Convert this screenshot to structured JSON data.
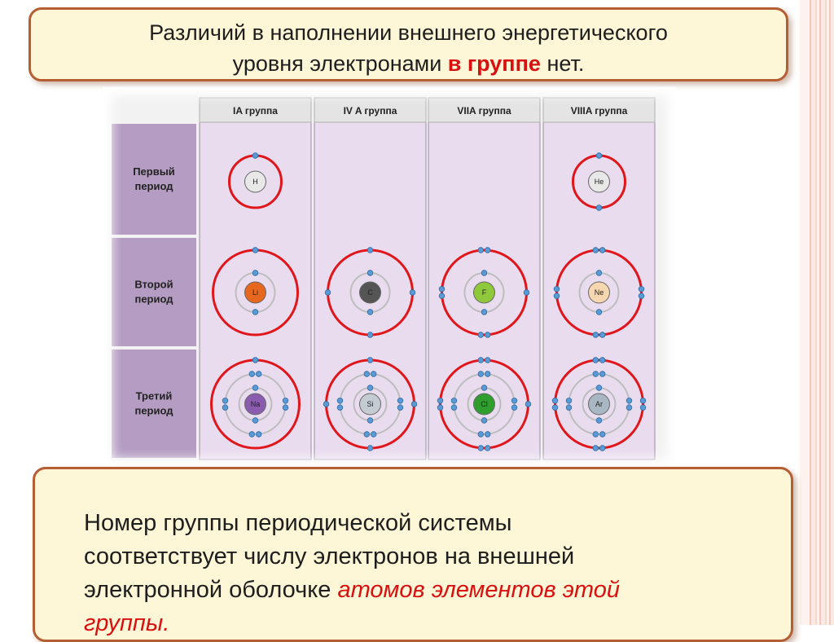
{
  "top_callout": {
    "line1": "Различий в наполнении внешнего энергетического",
    "line2_before": "уровня электронами ",
    "line2_emphasis": "в группе",
    "line2_after": " нет."
  },
  "diagram": {
    "columns": [
      "IA группа",
      "IV A группа",
      "VIIA группа",
      "VIIIA группа"
    ],
    "rows": [
      {
        "label_lines": [
          "Первый",
          "период"
        ]
      },
      {
        "label_lines": [
          "Второй",
          "период"
        ]
      },
      {
        "label_lines": [
          "Третий",
          "период"
        ]
      }
    ],
    "atoms": [
      {
        "symbol": "H",
        "row": 0,
        "col": 0,
        "shells": 1,
        "outer_electrons": 1,
        "inner_config": [],
        "nucleus_color": "#e8e8e8"
      },
      {
        "symbol": "He",
        "row": 0,
        "col": 3,
        "shells": 1,
        "outer_electrons": 2,
        "inner_config": [],
        "nucleus_color": "#e8e8e8"
      },
      {
        "symbol": "Li",
        "row": 1,
        "col": 0,
        "shells": 2,
        "outer_electrons": 1,
        "inner_config": [
          2
        ],
        "nucleus_color": "#e8671f"
      },
      {
        "symbol": "C",
        "row": 1,
        "col": 1,
        "shells": 2,
        "outer_electrons": 4,
        "inner_config": [
          2
        ],
        "nucleus_color": "#555555"
      },
      {
        "symbol": "F",
        "row": 1,
        "col": 2,
        "shells": 2,
        "outer_electrons": 7,
        "inner_config": [
          2
        ],
        "nucleus_color": "#8fc83a"
      },
      {
        "symbol": "Ne",
        "row": 1,
        "col": 3,
        "shells": 2,
        "outer_electrons": 8,
        "inner_config": [
          2
        ],
        "nucleus_color": "#f6d7b0"
      },
      {
        "symbol": "Na",
        "row": 2,
        "col": 0,
        "shells": 3,
        "outer_electrons": 1,
        "inner_config": [
          2,
          8
        ],
        "nucleus_color": "#8b5bb0"
      },
      {
        "symbol": "Si",
        "row": 2,
        "col": 1,
        "shells": 3,
        "outer_electrons": 4,
        "inner_config": [
          2,
          8
        ],
        "nucleus_color": "#c4ccd2"
      },
      {
        "symbol": "Cl",
        "row": 2,
        "col": 2,
        "shells": 3,
        "outer_electrons": 7,
        "inner_config": [
          2,
          8
        ],
        "nucleus_color": "#2f9e2f"
      },
      {
        "symbol": "Ar",
        "row": 2,
        "col": 3,
        "shells": 3,
        "outer_electrons": 8,
        "inner_config": [
          2,
          8
        ],
        "nucleus_color": "#a9b7c2"
      }
    ],
    "colors": {
      "column_fill": "#e9dcef",
      "row_label_fill": "#b49cc2",
      "header_fill": "#e4e4e4",
      "outer_shell": "#e0161b",
      "inner_shell": "#bdbdbd",
      "electron": "#5b9bd5"
    }
  },
  "bottom_callout": {
    "line1": "Номер группы периодической системы",
    "line2": "соответствует числу электронов на внешней",
    "line3_before": "электронной оболочке ",
    "line3_emphasis": "атомов элементов этой",
    "line4_emphasis": "группы."
  }
}
